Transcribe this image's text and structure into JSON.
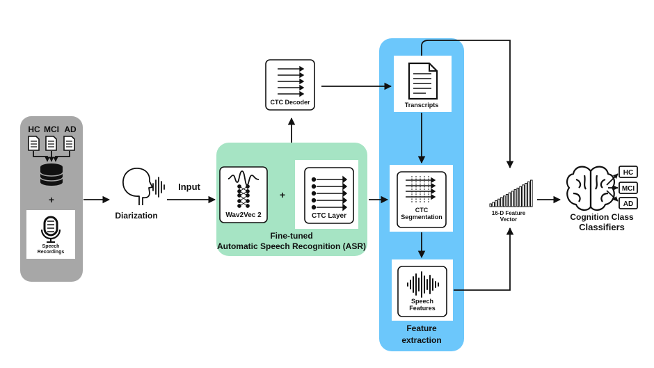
{
  "input_panel": {
    "class_labels": [
      {
        "text": "HC",
        "color": "#2e9e3b"
      },
      {
        "text": "MCI",
        "color": "#f0a830"
      },
      {
        "text": "AD",
        "color": "#e53935"
      }
    ],
    "plus": "+",
    "speech_label_line1": "Speech",
    "speech_label_line2": "Recordings"
  },
  "diarization": {
    "label": "Diarization"
  },
  "input_arrow_label": "Input",
  "asr_panel": {
    "wav2vec_label": "Wav2Vec 2",
    "plus": "+",
    "ctc_layer_label": "CTC Layer",
    "title_line1": "Fine-tuned",
    "title_line2": "Automatic Speech Recognition (ASR)"
  },
  "ctc_decoder": {
    "label": "CTC Decoder"
  },
  "feature_panel": {
    "transcripts_label": "Transcripts",
    "ctc_seg_line1": "CTC",
    "ctc_seg_line2": "Segmentation",
    "speech_feat_line1": "Speech",
    "speech_feat_line2": "Features",
    "title_line1": "Feature",
    "title_line2": "extraction"
  },
  "feature_vector": {
    "line1": "16-D Feature",
    "line2": "Vector",
    "bar_count": 16
  },
  "classifier": {
    "outputs": [
      "HC",
      "MCI",
      "AD"
    ],
    "title_line1": "Cognition Class",
    "title_line2": "Classifiers"
  },
  "colors": {
    "gray_panel": "#a7a7a7",
    "green_panel": "#a6e4c4",
    "blue_panel": "#6cc7fb",
    "ink": "#111111"
  }
}
